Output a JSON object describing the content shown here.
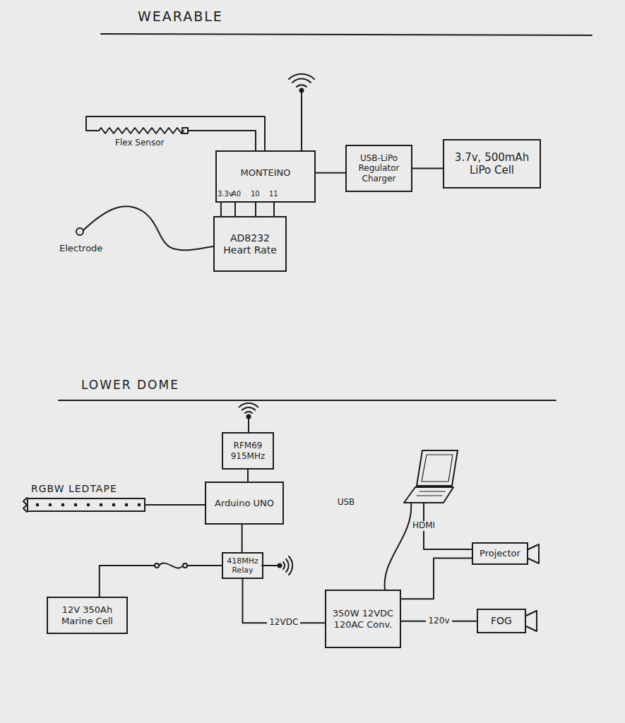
{
  "diagram": {
    "nodes": [
      {
        "text": [
          "MONTEINO"
        ]
      },
      {
        "text": [
          "USB-LiPo Regulator Charger"
        ]
      },
      {
        "text": [
          "3.7v, 500mAh LiPo Cell"
        ]
      },
      {
        "text": [
          "AD8232 Heart Rate"
        ]
      },
      {
        "text": [
          "RFM69 915MHz"
        ]
      },
      {
        "text": [
          "RGBW LEDTAPE"
        ]
      },
      {
        "text": [
          "Arduino UNO"
        ]
      },
      {
        "text": [
          "Projector"
        ]
      },
      {
        "text": [
          "418MHz Relay"
        ]
      },
      {
        "text": [
          "12V 350Ah Marine Cell"
        ]
      },
      {
        "text": [
          "350W 12VDC 120AC Conv."
        ]
      },
      {
        "text": [
          "FOG"
        ]
      }
    ],
    "edges": [
      {
        "from": 0,
        "to": 1,
        "arrow": "none"
      },
      {
        "from": 1,
        "to": 2,
        "arrow": "none"
      },
      {
        "from": 0,
        "to": 3,
        "arrow": "none"
      },
      {
        "from": 4,
        "to": 6,
        "arrow": "none"
      },
      {
        "from": 5,
        "to": 6,
        "arrow": "none"
      },
      {
        "from": 6,
        "to": 8,
        "arrow": "none"
      },
      {
        "from": 9,
        "to": 8,
        "arrow": "none"
      },
      {
        "from": 8,
        "to": 10,
        "label": "12VDC",
        "arrow": "none"
      },
      {
        "from": 10,
        "to": 11,
        "label": "120v",
        "arrow": "none"
      },
      {
        "from": 10,
        "to": 7,
        "arrow": "none"
      }
    ],
    "labels": [
      "WEARABLE",
      "Flex Sensor",
      "3.3v",
      "A0",
      "10",
      "11",
      "Electrode",
      "LOWER DOME",
      "USB",
      "HDMI"
    ]
  }
}
